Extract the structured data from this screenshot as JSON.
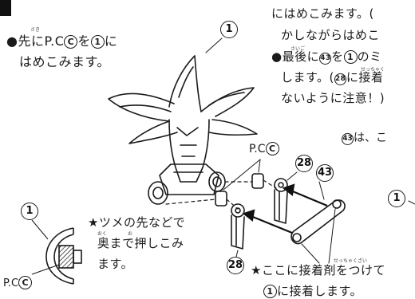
{
  "instructions": {
    "left_line1_pre": "●先にP.C",
    "left_pc_letter": "C",
    "left_line1_mid": "を",
    "left_part1": "1",
    "left_line1_post": "に",
    "left_line2": "はめこみます。",
    "right_line1": "にはめこみます。(",
    "right_line2": "かしながらはめこ",
    "right_line3_pre": "●最後に",
    "right_part43": "43",
    "right_line3_mid": "を",
    "right_part1": "1",
    "right_line3_post": "のミ",
    "right_line4_pre": "します。(",
    "right_part28": "28",
    "right_line4_post": "に接着",
    "right_line5": "ないように注意！)",
    "right_line6_pre": "",
    "right_line6_post": "は、こ",
    "right_part43b": "43"
  },
  "callouts": {
    "part_label_1_top": "1",
    "pc_label": "P.C",
    "pc_letter": "C",
    "part_label_28_top": "28",
    "part_label_43": "43",
    "part_label_1_right": "1",
    "part_label_1_detail": "1",
    "pc_label_detail": "P.C",
    "pc_letter_detail": "C",
    "part_label_28_bottom": "28"
  },
  "notes": {
    "claw_line1": "★ツメの先などで",
    "claw_line2": "奥まで押しこみ",
    "claw_line3": "ます。",
    "glue_line1": "★ここに接着剤をつけて",
    "glue_line2_part": "1",
    "glue_line2_text": "に接着します。"
  },
  "furigana": {
    "saki": "さき",
    "oku": "おく",
    "osu": "お",
    "setchaku": "せっちゃく",
    "setchakuzai": "せっちゃくざい",
    "saigo": "さいご"
  }
}
